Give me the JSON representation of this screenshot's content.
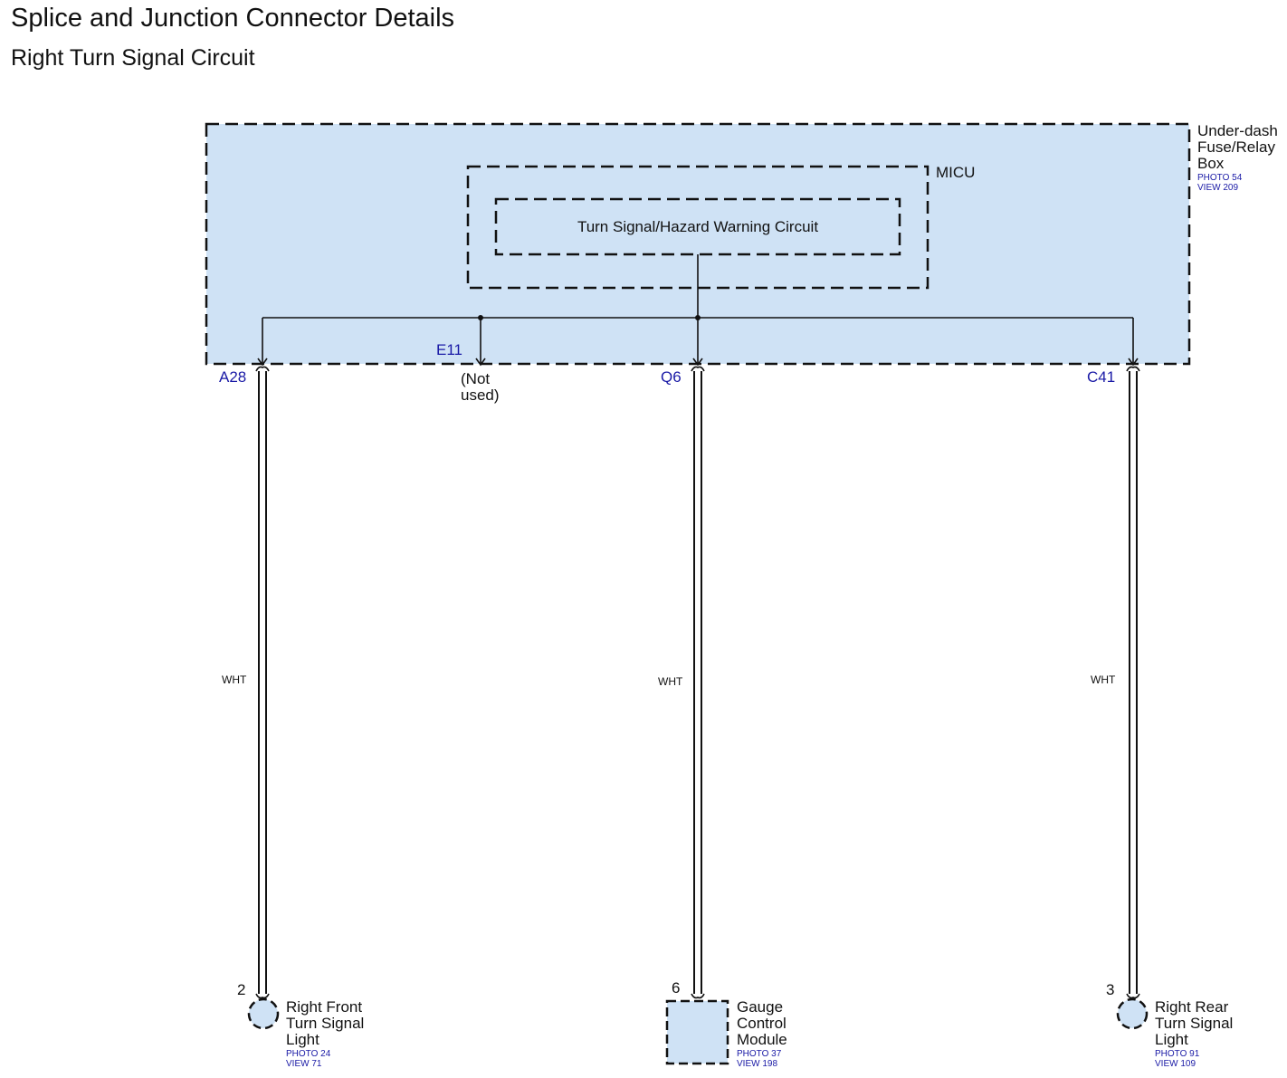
{
  "header": {
    "title": "Splice and Junction Connector Details",
    "subtitle": "Right Turn Signal Circuit"
  },
  "fuse_box": {
    "label_lines": [
      "Under-dash",
      "Fuse/Relay",
      "Box"
    ],
    "photo": "PHOTO 54",
    "view": "VIEW 209"
  },
  "micu": {
    "label": "MICU"
  },
  "circuit": {
    "label": "Turn Signal/Hazard Warning Circuit"
  },
  "terminals": {
    "a28": {
      "label": "A28"
    },
    "e11": {
      "label": "E11",
      "note_lines": [
        "(Not",
        "used)"
      ]
    },
    "q6": {
      "label": "Q6"
    },
    "c41": {
      "label": "C41"
    }
  },
  "wires": {
    "a28": {
      "color": "WHT"
    },
    "q6": {
      "color": "WHT"
    },
    "c41": {
      "color": "WHT"
    }
  },
  "components": {
    "front_light": {
      "pin": "2",
      "label_lines": [
        "Right Front",
        "Turn Signal",
        "Light"
      ],
      "photo": "PHOTO 24",
      "view": "VIEW 71"
    },
    "gauge": {
      "pin": "6",
      "label_lines": [
        "Gauge",
        "Control",
        "Module"
      ],
      "photo": "PHOTO 37",
      "view": "VIEW 198"
    },
    "rear_light": {
      "pin": "3",
      "label_lines": [
        "Right Rear",
        "Turn Signal",
        "Light"
      ],
      "photo": "PHOTO 91",
      "view": "VIEW 109"
    }
  },
  "colors": {
    "box_fill": "#cfe2f5",
    "pin_label": "#1a1aa6",
    "line": "#111111"
  }
}
